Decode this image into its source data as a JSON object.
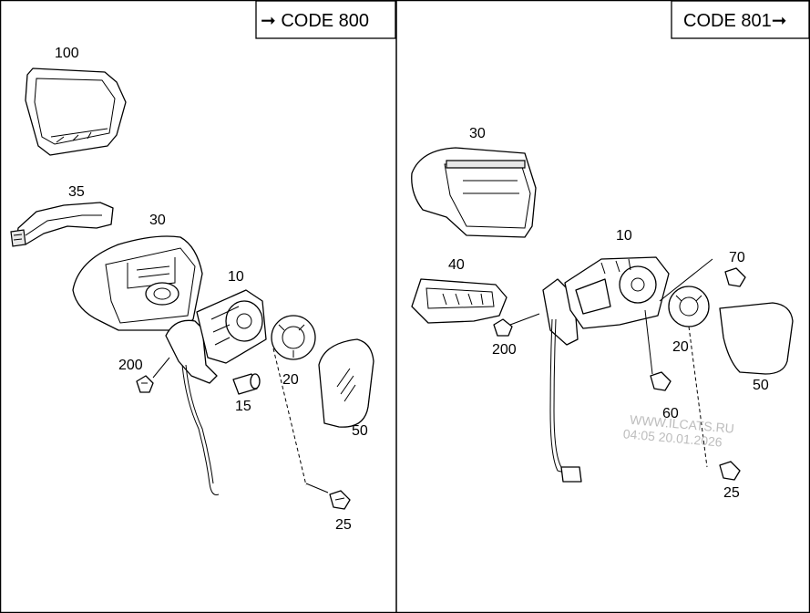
{
  "left_panel": {
    "code_box": "➞ CODE 800",
    "labels": {
      "p100": "100",
      "p35": "35",
      "p30": "30",
      "p10": "10",
      "p200": "200",
      "p15": "15",
      "p20": "20",
      "p50": "50",
      "p25": "25"
    }
  },
  "right_panel": {
    "code_box": "CODE 801➞",
    "labels": {
      "p30": "30",
      "p10": "10",
      "p40": "40",
      "p70": "70",
      "p200": "200",
      "p20": "20",
      "p50": "50",
      "p60": "60",
      "p25": "25"
    }
  },
  "watermark": {
    "line1": "WWW.ILCATS.RU",
    "line2": "04:05 20.01.2026"
  },
  "icons": [
    "arrow-right-icon"
  ]
}
